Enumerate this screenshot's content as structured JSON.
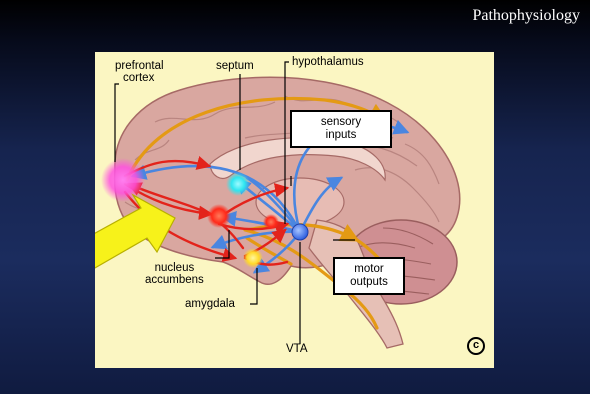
{
  "slide": {
    "title": "Pathophysiology"
  },
  "diagram": {
    "labels": {
      "prefrontal_line1": "prefrontal",
      "prefrontal_line2": "cortex",
      "septum": "septum",
      "hypothalamus": "hypothalamus",
      "sensory_line1": "sensory",
      "sensory_line2": "inputs",
      "nucleus_line1": "nucleus",
      "nucleus_line2": "accumbens",
      "motor_line1": "motor",
      "motor_line2": "outputs",
      "amygdala": "amygdala",
      "vta": "VTA",
      "copyright_mark": "c"
    },
    "colors": {
      "arrow_highlight": "#f7f21a",
      "pathway_red": "#e3231b",
      "pathway_blue": "#4a86e0",
      "pathway_orange": "#e49a14",
      "prefrontal_node": "#ff55e0",
      "septum_node": "#2ee6f0",
      "nucleus_node": "#ff3b2a",
      "amygdala_node": "#ffe14a",
      "vta_node": "#4a7bff"
    }
  }
}
